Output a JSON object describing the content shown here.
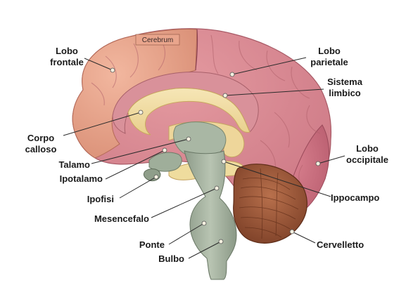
{
  "cerebrum_tag": "Cerebrum",
  "labels": {
    "lobo_frontale": [
      "Lobo",
      "frontale"
    ],
    "lobo_parietale": [
      "Lobo",
      "parietale"
    ],
    "sistema_limbico": [
      "Sistema",
      "limbico"
    ],
    "corpo_calloso": [
      "Corpo",
      "calloso"
    ],
    "talamo": "Talamo",
    "ipotalamo": "Ipotalamo",
    "ipofisi": "Ipofisi",
    "mesencefalo": "Mesencefalo",
    "ponte": "Ponte",
    "bulbo": "Bulbo",
    "lobo_occipitale": [
      "Lobo",
      "occipitale"
    ],
    "ippocampo": "Ippocampo",
    "cervelletto": "Cervelletto"
  },
  "colors": {
    "frontal_lobe": "#e9a58c",
    "parietal_lobe": "#d98a8c",
    "occipital_lobe": "#cc7080",
    "limbic_system": "#d09098",
    "corpus_callosum": "#f2dfa8",
    "brainstem": "#a8b6a2",
    "cerebellum": "#9e5a3a"
  }
}
